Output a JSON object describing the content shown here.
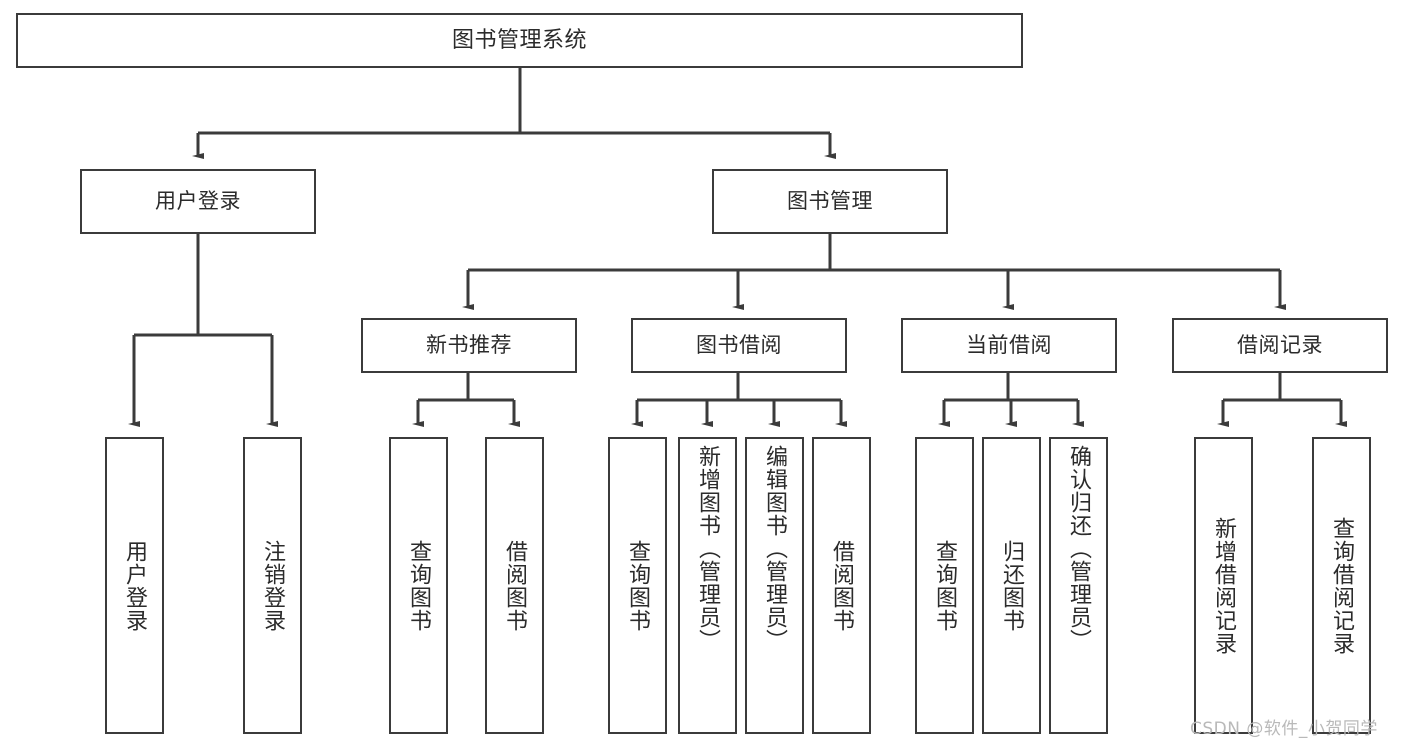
{
  "diagram": {
    "title": "图书管理系统",
    "type": "tree-hierarchy",
    "line_color": "#3b3b3b",
    "text_color": "#2b2b2b",
    "background": "#ffffff",
    "root": {
      "label": "图书管理系统"
    },
    "level2": [
      {
        "label": "用户登录"
      },
      {
        "label": "图书管理"
      }
    ],
    "level3": [
      {
        "label": "新书推荐"
      },
      {
        "label": "图书借阅"
      },
      {
        "label": "当前借阅"
      },
      {
        "label": "借阅记录"
      }
    ],
    "leaves": {
      "user_login": [
        {
          "label": "用户登录"
        },
        {
          "label": "注销登录"
        }
      ],
      "new_book_recommend": [
        {
          "label": "查询图书"
        },
        {
          "label": "借阅图书"
        }
      ],
      "book_borrow": [
        {
          "label": "查询图书"
        },
        {
          "label": "新增图书（管理员）"
        },
        {
          "label": "编辑图书（管理员）"
        },
        {
          "label": "借阅图书"
        }
      ],
      "current_borrow": [
        {
          "label": "查询图书"
        },
        {
          "label": "归还图书"
        },
        {
          "label": "确认归还（管理员）"
        }
      ],
      "borrow_record": [
        {
          "label": "新增借阅记录"
        },
        {
          "label": "查询借阅记录"
        }
      ]
    },
    "watermark": "CSDN @软件_小贺同学"
  }
}
